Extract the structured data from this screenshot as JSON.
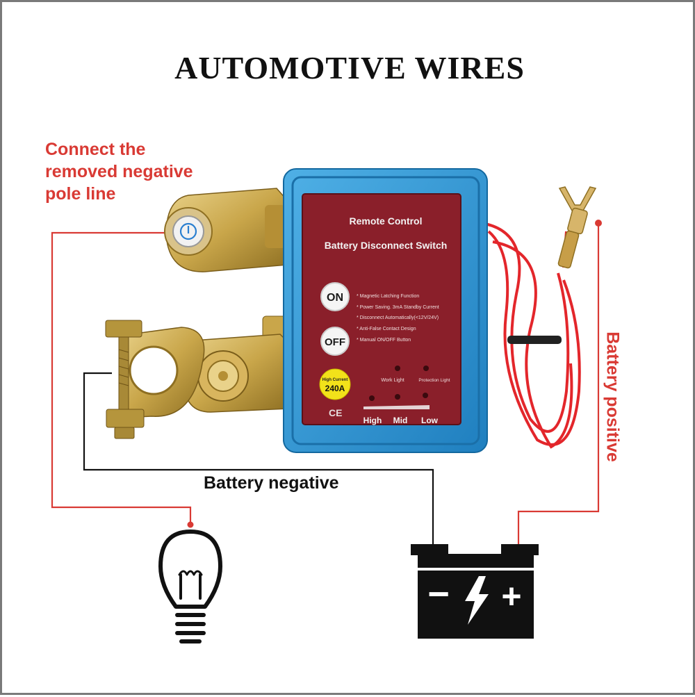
{
  "title": "AUTOMOTIVE WIRES",
  "labels": {
    "connect_note": [
      "Connect the",
      "removed negative",
      "pole line"
    ],
    "battery_negative": "Battery negative",
    "battery_positive": "Battery positive"
  },
  "device": {
    "heading_1": "Remote Control",
    "heading_2": "Battery Disconnect Switch",
    "on_button": "ON",
    "off_button": "OFF",
    "features": [
      "* Magnetic Latching Function",
      "* Power Saving. 3mA Standby Current",
      "* Disconnect Automatically(<12V/24V)",
      "* Anti-False Contact Design",
      "* Manual ON/OFF Button"
    ],
    "badge_top": "High Current",
    "badge_value": "240A",
    "work_light": "Work Light",
    "protection_light": "Protection Light",
    "levels": [
      "High",
      "Mid",
      "Low"
    ],
    "ce_mark": "CE"
  },
  "battery": {
    "minus": "−",
    "plus": "+"
  },
  "colors": {
    "red_wire": "#d93a34",
    "panel": "#8a1f2a",
    "housing": "#2a8fcf",
    "brass": "#c9a64a",
    "black": "#111111"
  },
  "icons": [
    "bulb-icon",
    "battery-icon",
    "lightning-icon",
    "power-icon"
  ]
}
